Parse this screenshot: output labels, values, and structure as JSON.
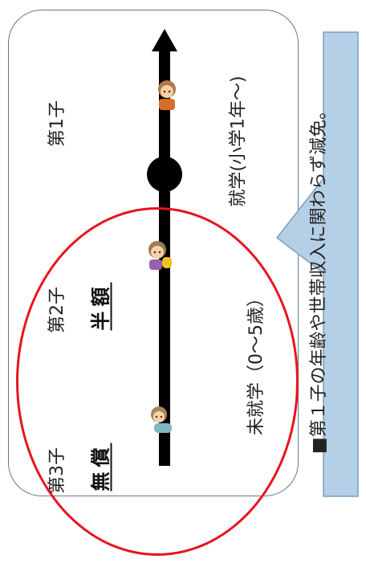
{
  "children": {
    "first": {
      "label": "第1子"
    },
    "second": {
      "label": "第2子",
      "discount": "半額"
    },
    "third": {
      "label": "第3子",
      "discount": "無償"
    }
  },
  "stages": {
    "preschool": "未就学（0〜5歳）",
    "school": "就学(小学1年〜)"
  },
  "note": "■第１子の年齢や世帯収入に関わらず減免。",
  "colors": {
    "frame_border": "#5b7a9b",
    "highlight_oval": "#e8141c",
    "callout_fill": "#b4cfe6",
    "callout_border": "#7f9fbd",
    "axis": "#000000"
  }
}
